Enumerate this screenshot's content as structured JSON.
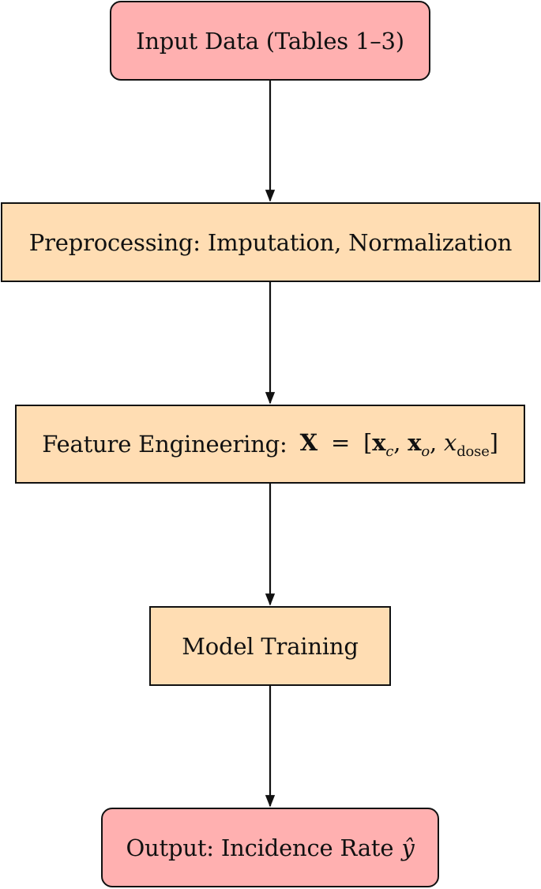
{
  "nodes": {
    "input": {
      "label": "Input Data (Tables 1–3)"
    },
    "preprocessing": {
      "label": "Preprocessing: Imputation, Normalization"
    },
    "feature_engineering": {
      "label": "Feature Engineering:",
      "formula": {
        "X": "X",
        "eq": "=",
        "open": "[",
        "x1": "x",
        "x1_sub": "c",
        "comma1": ", ",
        "x2": "x",
        "x2_sub": "o",
        "comma2": ", ",
        "x3": "x",
        "x3_sub": "dose",
        "close": "]"
      }
    },
    "training": {
      "label": "Model Training"
    },
    "output": {
      "label": "Output: Incidence Rate",
      "symbol": "ŷ"
    }
  },
  "edges": [
    {
      "from": "input",
      "to": "preprocessing"
    },
    {
      "from": "preprocessing",
      "to": "feature_engineering"
    },
    {
      "from": "feature_engineering",
      "to": "training"
    },
    {
      "from": "training",
      "to": "output"
    }
  ],
  "colors": {
    "terminal_fill": "#ffb0b0",
    "process_fill": "#ffddb3",
    "stroke": "#111111"
  }
}
